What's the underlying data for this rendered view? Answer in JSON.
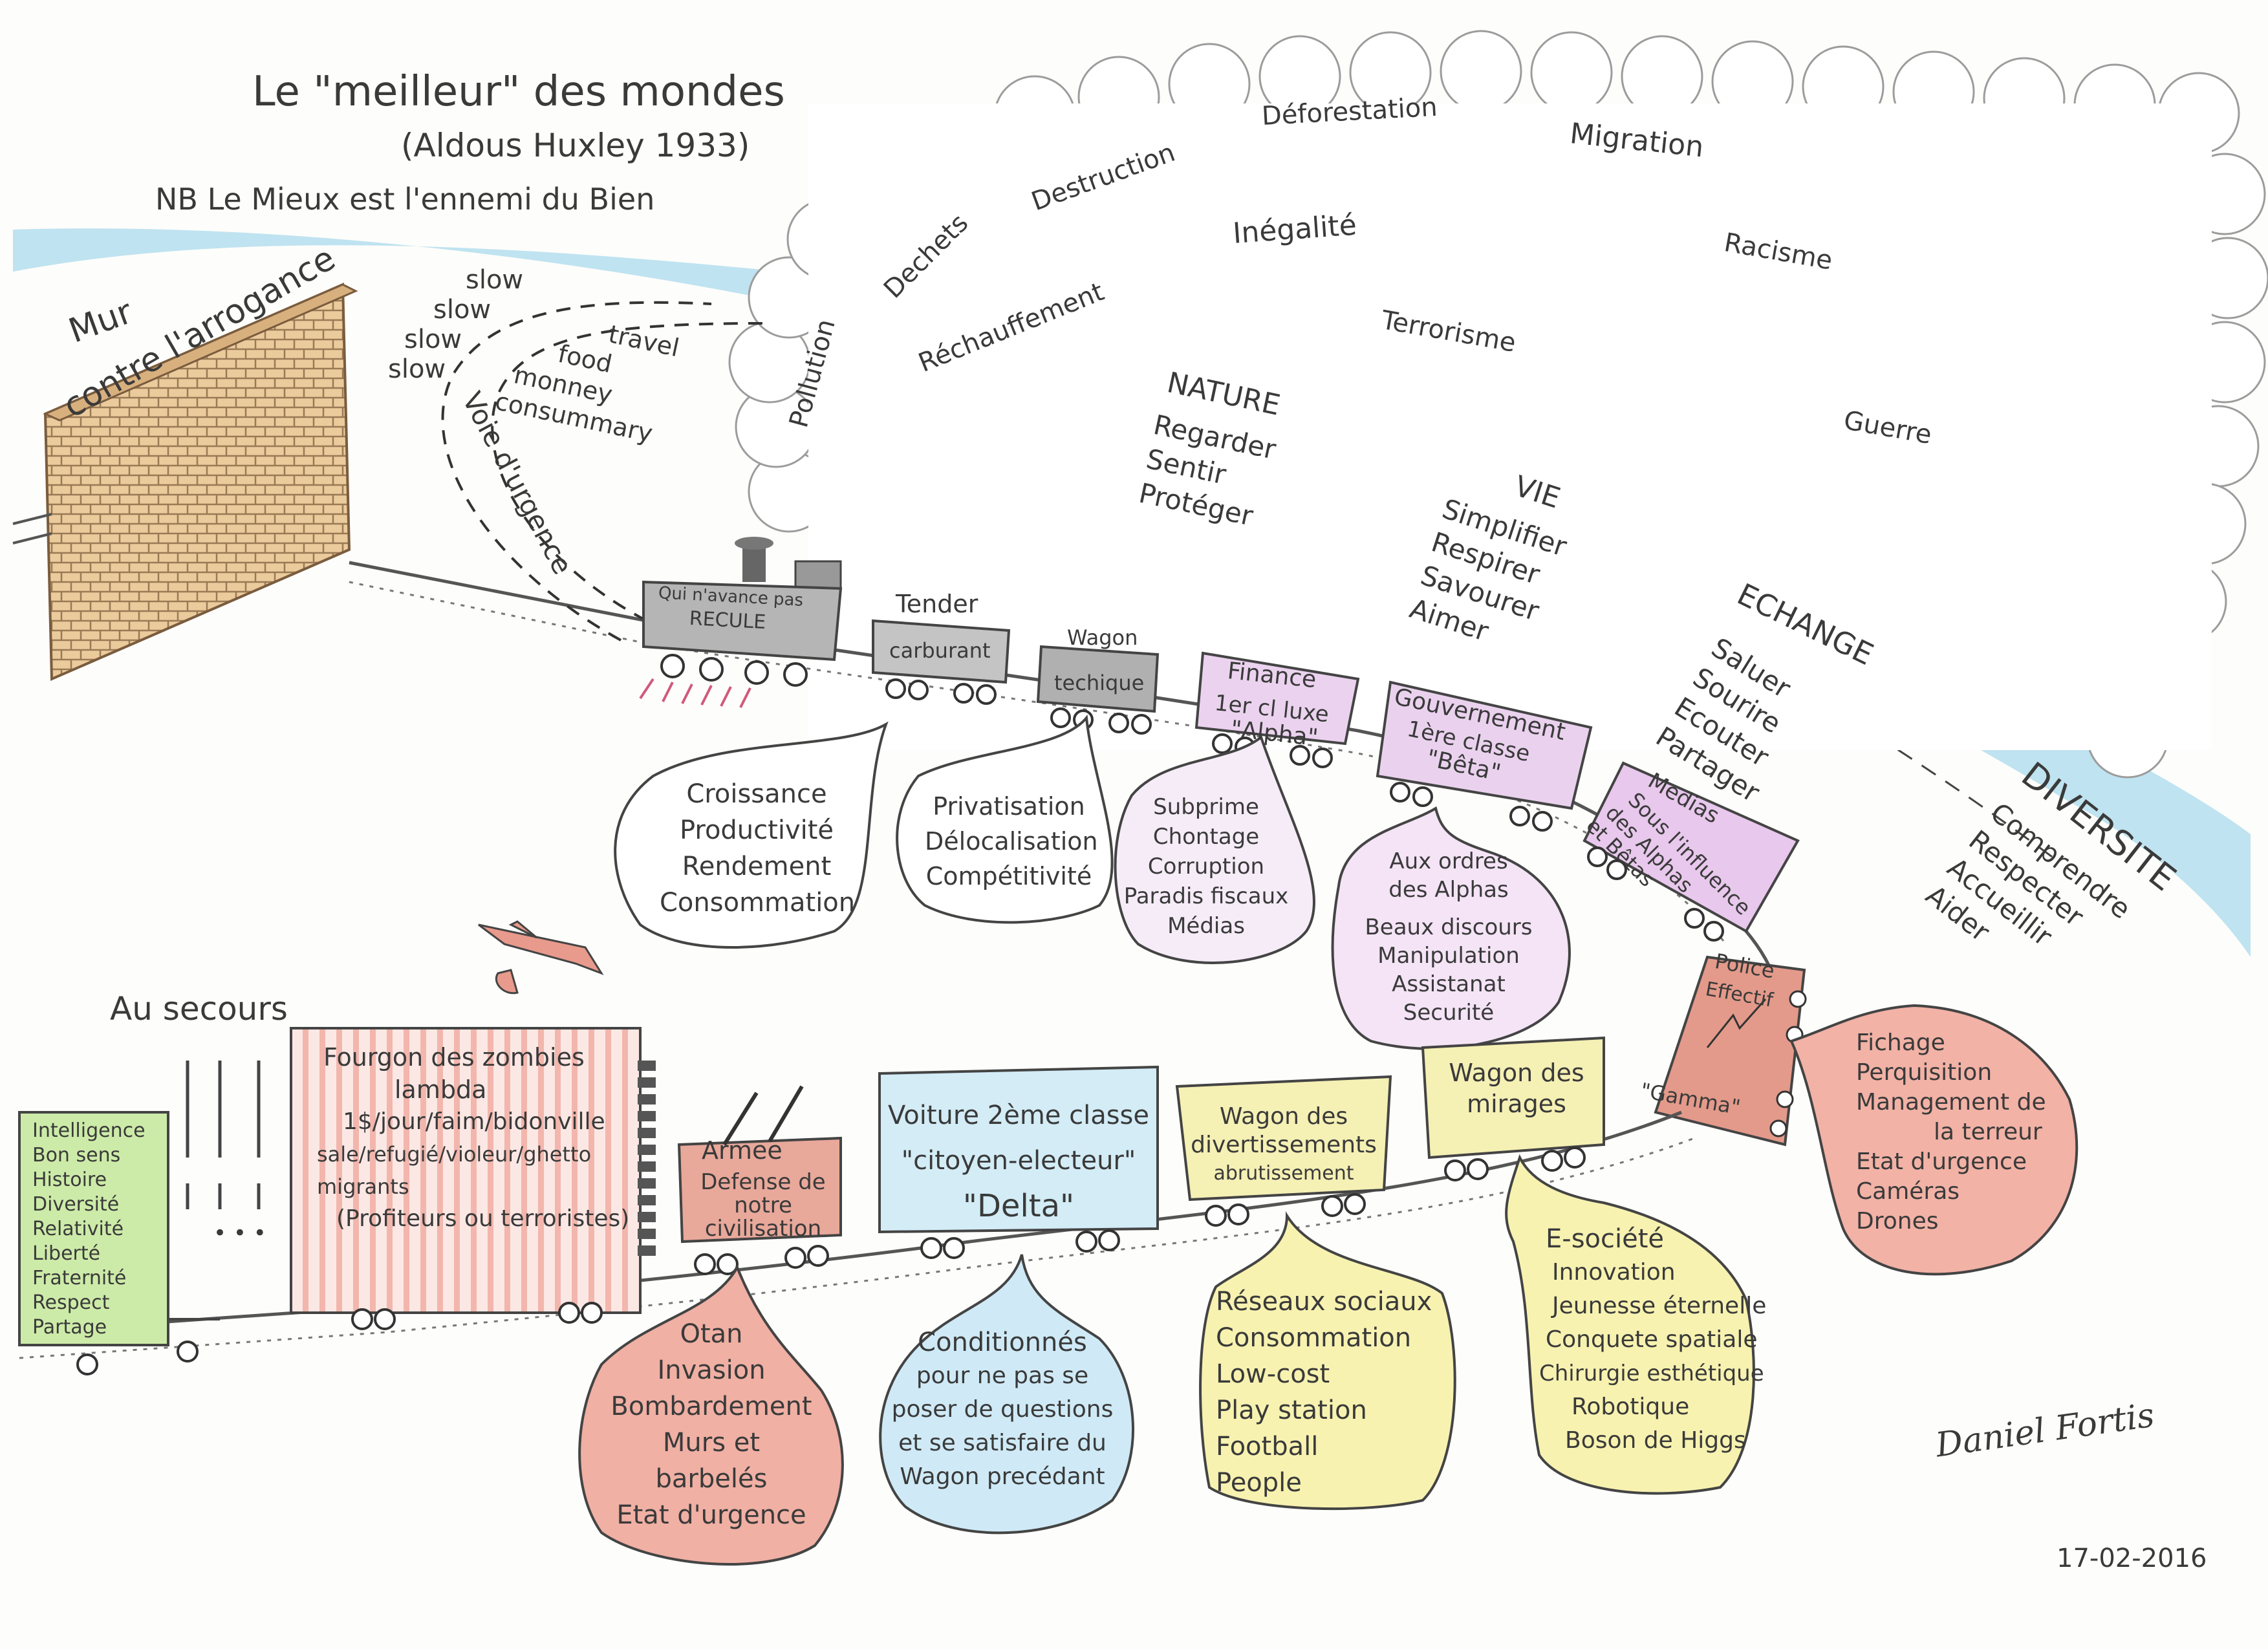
{
  "header": {
    "title": "Le \"meilleur\" des mondes",
    "subtitle": "(Aldous Huxley 1933)",
    "note": "NB Le Mieux est l'ennemi du Bien"
  },
  "wall": {
    "label_line1": "Mur",
    "label_line2": "contre l'arrogance"
  },
  "emergency": {
    "slow_words": [
      "slow",
      "slow",
      "slow",
      "slow"
    ],
    "slow_items": [
      "travel",
      "food",
      "monney",
      "consummary"
    ],
    "track_label": "Voie d'urgence"
  },
  "smoke_words": [
    "Pollution",
    "Dechets",
    "Destruction",
    "Déforestation",
    "Migration",
    "Réchauffement",
    "Inégalité",
    "Racisme",
    "Terrorisme",
    "Guerre"
  ],
  "river": {
    "nature": {
      "title": "NATURE",
      "items": [
        "Regarder",
        "Sentir",
        "Protéger"
      ]
    },
    "vie": {
      "title": "VIE",
      "items": [
        "Simplifier",
        "Respirer",
        "Savourer",
        "Aimer"
      ]
    },
    "echange": {
      "title": "ECHANGE",
      "items": [
        "Saluer",
        "Sourire",
        "Ecouter",
        "Partager"
      ]
    },
    "diversite": {
      "title": "DIVERSITE",
      "items": [
        "Comprendre",
        "Respecter",
        "Accueillir",
        "Aider"
      ]
    }
  },
  "upper_train": {
    "locomotive": {
      "line1": "Qui n'avance pas",
      "line2": "RECULE"
    },
    "tender": {
      "title": "Tender",
      "label": "carburant"
    },
    "wagon_tech": {
      "title": "Wagon",
      "label": "techique"
    },
    "finance": {
      "title": "Finance",
      "line1": "1er cl luxe",
      "line2": "\"Alpha\""
    },
    "gouvernement": {
      "title": "Gouvernement",
      "line1": "1ère classe",
      "line2": "\"Bêta\""
    },
    "medias": {
      "title": "Medias",
      "line1": "Sous l'influence",
      "line2": "des Alphas",
      "line3": "et Bêtas"
    },
    "police": {
      "title": "Police",
      "line1": "Effectif",
      "line2": "\"Gamma\""
    }
  },
  "upper_bubbles": {
    "croissance": [
      "Croissance",
      "Productivité",
      "Rendement",
      "Consommation"
    ],
    "privatisation": [
      "Privatisation",
      "Délocalisation",
      "Compétitivité"
    ],
    "subprime": [
      "Subprime",
      "Chontage",
      "Corruption",
      "Paradis fiscaux",
      "Médias"
    ],
    "alphas": [
      "Aux ordres",
      "des Alphas",
      "",
      "Beaux discours",
      "Manipulation",
      "Assistanat",
      "Securité"
    ],
    "police": [
      "Fichage",
      "Perquisition",
      "Management de",
      "la terreur",
      "Etat d'urgence",
      "Caméras",
      "Drones"
    ]
  },
  "lower_train": {
    "au_secours": "Au secours",
    "values_wagon": [
      "Intelligence",
      "Bon sens",
      "Histoire",
      "Diversité",
      "Relativité",
      "Liberté",
      "Fraternité",
      "Respect",
      "Partage"
    ],
    "dots": "• • •",
    "fourgon": {
      "line1": "Fourgon des zombies",
      "line2": "lambda",
      "line3": "1$/jour/faim/bidonville",
      "line4": "sale/refugié/violeur/ghetto",
      "line5": "migrants",
      "line6": "(Profiteurs ou terroristes)"
    },
    "armee": {
      "title": "Armee",
      "line1": "Defense de",
      "line2": "notre",
      "line3": "civilisation"
    },
    "voiture": {
      "line1": "Voiture 2ème classe",
      "line2": "\"citoyen-electeur\"",
      "line3": "\"Delta\""
    },
    "divert": {
      "line1": "Wagon des",
      "line2": "divertissements",
      "line3": "abrutissement"
    },
    "mirages": {
      "line1": "Wagon des",
      "line2": "mirages"
    }
  },
  "lower_bubbles": {
    "otan": [
      "Otan",
      "Invasion",
      "Bombardement",
      "Murs et",
      "barbelés",
      "Etat d'urgence"
    ],
    "conditionnes": [
      "Conditionnés",
      "pour ne pas se",
      "poser de questions",
      "et se satisfaire du",
      "Wagon precédant"
    ],
    "reseaux": [
      "Réseaux sociaux",
      "Consommation",
      "Low-cost",
      "Play station",
      "Football",
      "People"
    ],
    "esociete": [
      "E-société",
      "Innovation",
      "Jeunesse éternelle",
      "Conquete spatiale",
      "Chirurgie esthétique",
      "Robotique",
      "Boson de Higgs"
    ]
  },
  "signature": "Daniel Fortis",
  "date": "17-02-2016",
  "colors": {
    "river": "#b8e0ee",
    "brick": "#e8c79a",
    "finance": "#ead2ee",
    "medias": "#e8c8ec",
    "police": "#e39a8a",
    "red_bubble": "#f0b0a4",
    "blue_bubble": "#cfeaf6",
    "yellow_bubble": "#f7f2b0",
    "green_wagon": "#cdeba8",
    "grey_wagon": "#bdbdbd"
  }
}
